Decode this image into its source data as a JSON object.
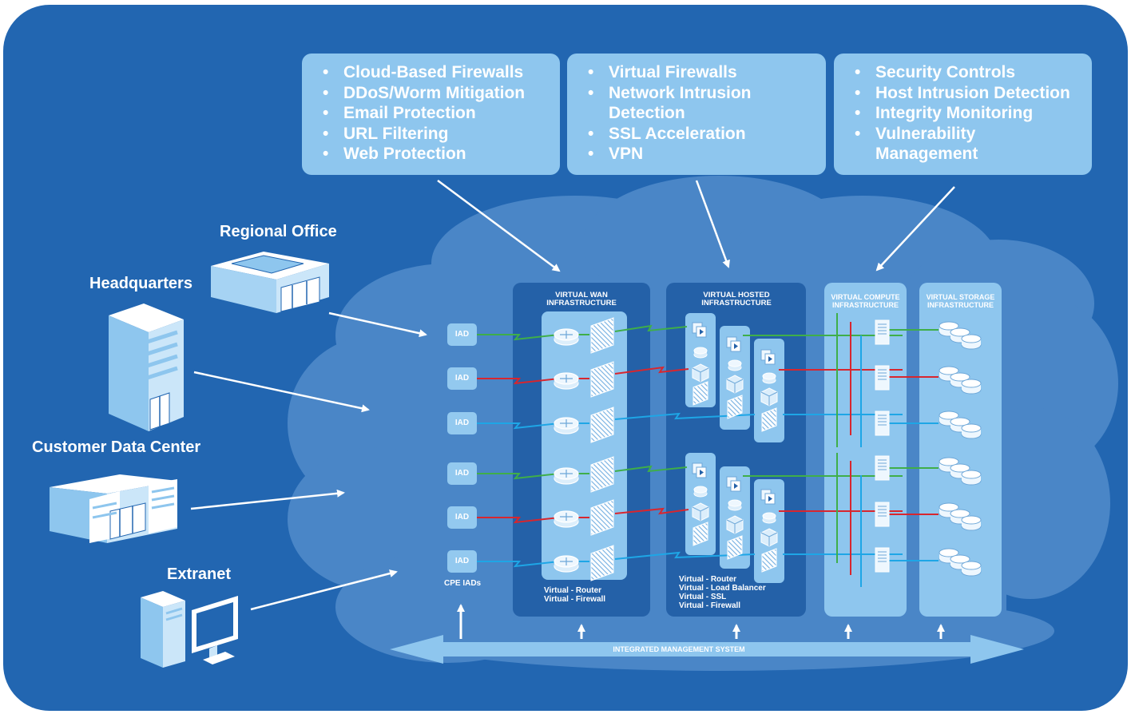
{
  "panels": [
    {
      "items": [
        "Cloud-Based Firewalls",
        "DDoS/Worm Mitigation",
        "Email Protection",
        "URL Filtering",
        "Web Protection"
      ]
    },
    {
      "items": [
        "Virtual Firewalls",
        "Network Intrusion Detection",
        "SSL Acceleration",
        "VPN"
      ]
    },
    {
      "items": [
        "Security Controls",
        "Host Intrusion Detection",
        "Integrity Monitoring",
        "Vulnerability Management"
      ]
    }
  ],
  "sites": {
    "regional_office": "Regional Office",
    "headquarters": "Headquarters",
    "customer_data_center": "Customer Data Center",
    "extranet": "Extranet"
  },
  "columns": {
    "wan": "VIRTUAL WAN INFRASTRUCTURE",
    "hosted": "VIRTUAL HOSTED INFRASTRUCTURE",
    "compute": "VIRTUAL COMPUTE INFRASTRUCTURE",
    "storage": "VIRTUAL STORAGE INFRASTRUCTURE"
  },
  "iad_label": "IAD",
  "cpe_label": "CPE IADs",
  "wan_legend": [
    "Virtual - Router",
    "Virtual - Firewall"
  ],
  "hosted_legend": [
    "Virtual - Router",
    "Virtual - Load Balancer",
    "Virtual - SSL",
    "Virtual - Firewall"
  ],
  "management_label": "INTEGRATED MANAGEMENT SYSTEM",
  "colors": {
    "background": "#ffffff",
    "frame": "#2266b1",
    "cloud": "#4a86c7",
    "column_panel": "#2461a8",
    "light_box": "#8ec6ee",
    "link_green": "#3fae49",
    "link_red": "#d8262e",
    "link_blue": "#1ea6e6"
  }
}
